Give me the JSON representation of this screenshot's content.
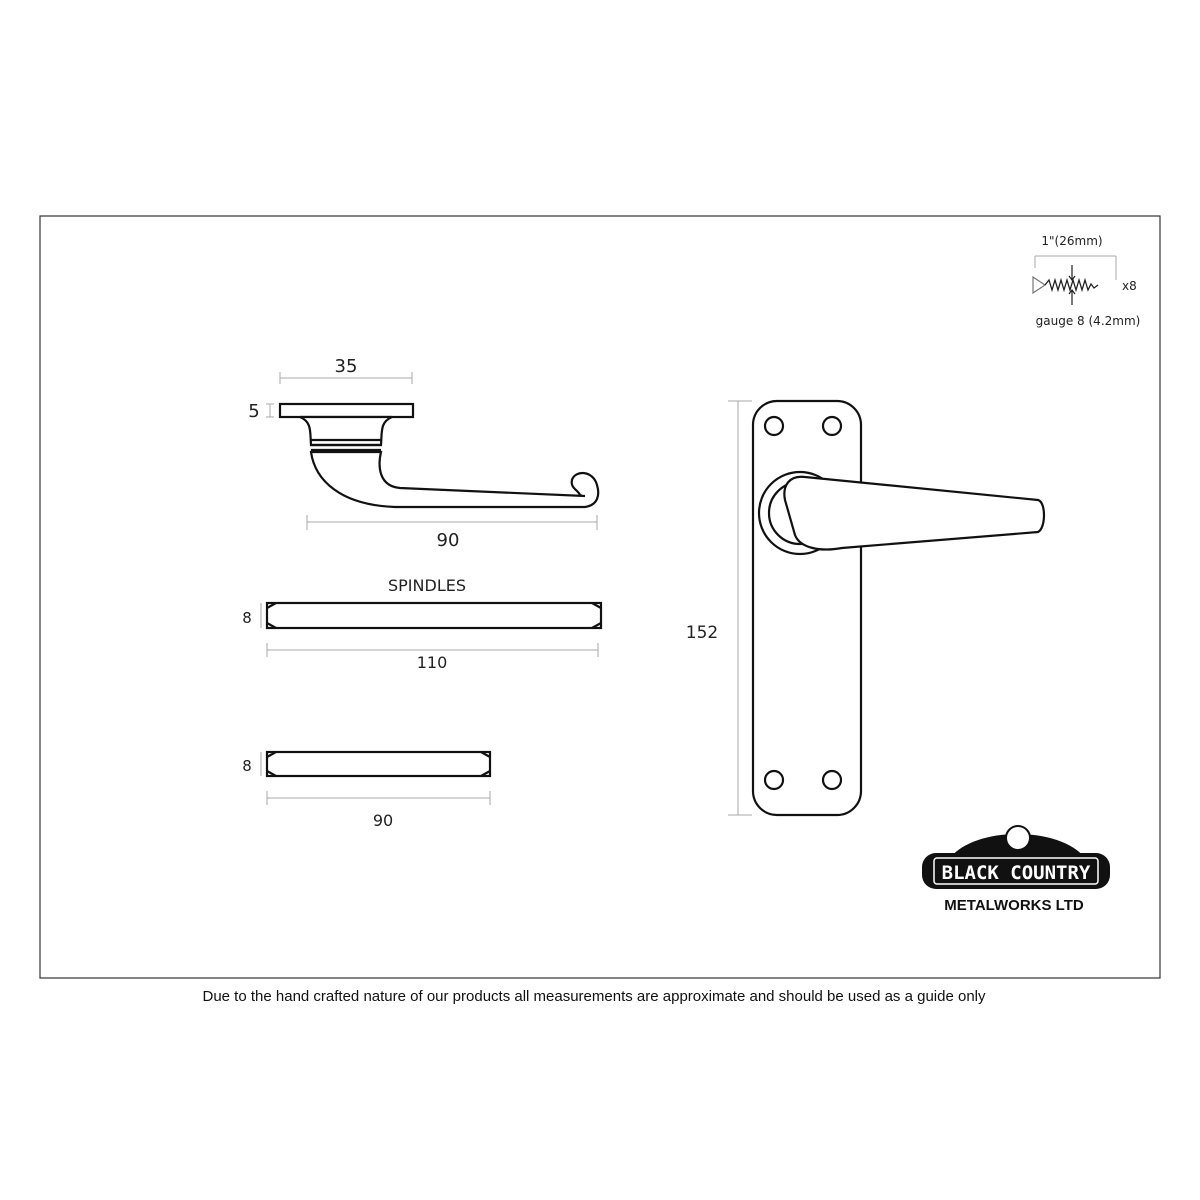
{
  "side_view": {
    "plate_width": "35",
    "plate_thickness": "5",
    "lever_length": "90"
  },
  "spindles": {
    "title": "SPINDLES",
    "long": {
      "thickness": "8",
      "length": "110"
    },
    "short": {
      "thickness": "8",
      "length": "90"
    }
  },
  "front_view": {
    "backplate_height": "152"
  },
  "screws": {
    "length": "1\"(26mm)",
    "quantity": "x8",
    "gauge": "gauge 8 (4.2mm)"
  },
  "logo": {
    "line1": "BLACK COUNTRY",
    "line2": "METALWORKS LTD"
  },
  "footer": {
    "disclaimer": "Due to the hand crafted nature of our products all measurements are approximate and should be used as a guide only"
  }
}
